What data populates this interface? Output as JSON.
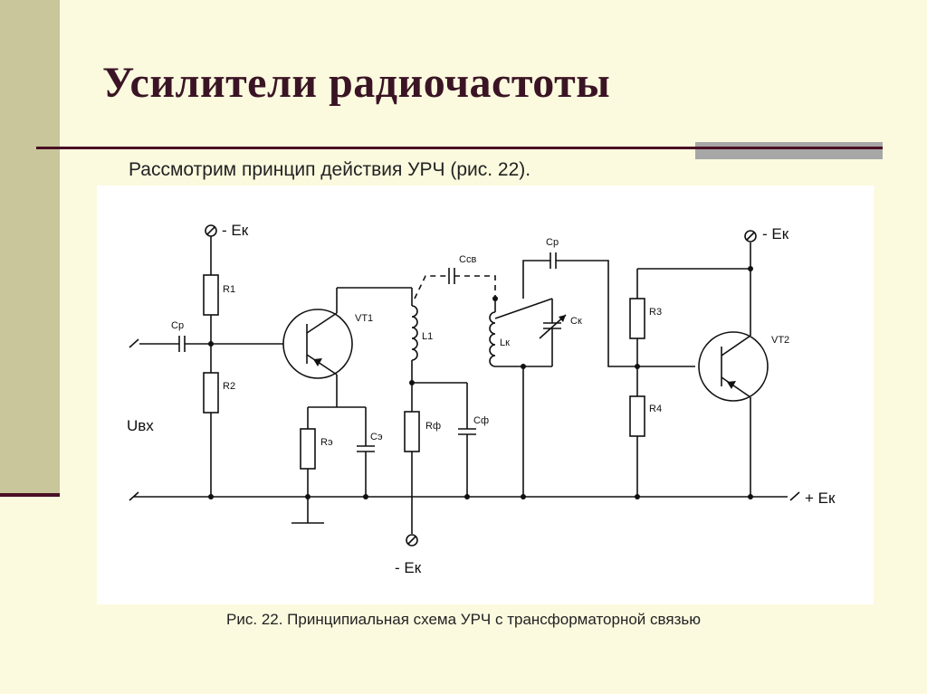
{
  "slide": {
    "title": "Усилители радиочастоты",
    "intro": "Рассмотрим принцип действия УРЧ (рис. 22).",
    "caption": "Рис. 22. Принципиальная схема УРЧ с трансформаторной связью"
  },
  "schematic": {
    "supply_neg": "- Ек",
    "supply_pos": "+ Ек",
    "input_label": "Uвх",
    "input_cap": "Ср",
    "coupling_cap": "Ссв",
    "output_cap": "Ср",
    "r1": "R1",
    "r2": "R2",
    "r3": "R3",
    "r4": "R4",
    "re": "Rэ",
    "ce": "Сэ",
    "rf": "Rф",
    "cf": "Сф",
    "l1": "L1",
    "lk": "Lк",
    "ck": "Ск",
    "vt1": "VT1",
    "vt2": "VT2"
  }
}
